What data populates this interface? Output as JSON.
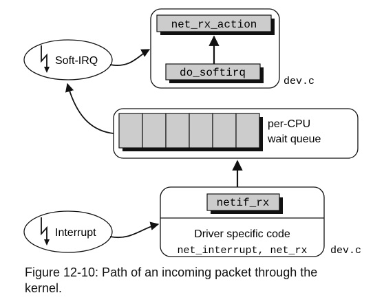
{
  "diagram": {
    "top_box": {
      "top_function": "net_rx_action",
      "bottom_function": "do_softirq",
      "file": "dev.c"
    },
    "soft_irq": {
      "label": "Soft-IRQ"
    },
    "queue": {
      "label_line1": "per-CPU",
      "label_line2": "wait queue",
      "slot_count": 6
    },
    "driver_box": {
      "function": "netif_rx",
      "desc": "Driver specific code",
      "functions": "net_interrupt, net_rx",
      "file": "dev.c"
    },
    "interrupt": {
      "label": "Interrupt"
    },
    "colors": {
      "label_fill": "#cccccc",
      "stroke": "#111111",
      "background": "#ffffff"
    }
  },
  "caption": {
    "line1": "Figure 12-10: Path of an incoming packet through the",
    "line2": "kernel."
  }
}
